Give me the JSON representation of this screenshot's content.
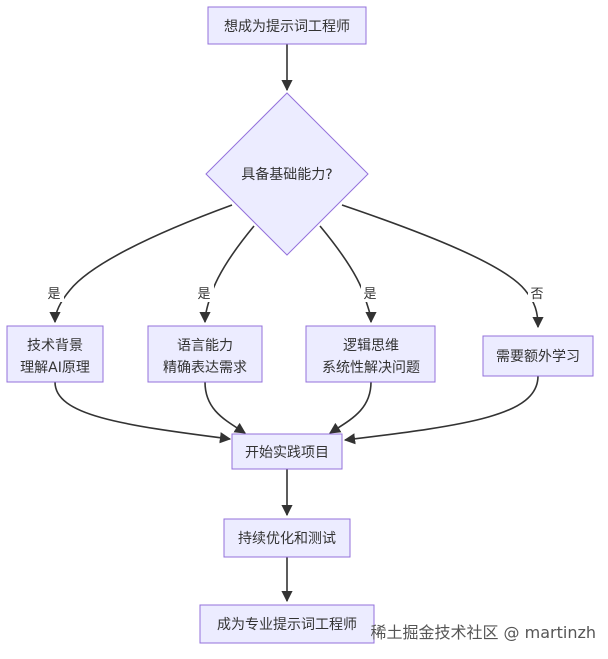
{
  "diagram": {
    "nodes": {
      "start": {
        "lines": [
          "想成为提示词工程师"
        ]
      },
      "decision": {
        "lines": [
          "具备基础能力?"
        ]
      },
      "tech": {
        "lines": [
          "技术背景",
          "理解AI原理"
        ]
      },
      "lang": {
        "lines": [
          "语言能力",
          "精确表达需求"
        ]
      },
      "logic": {
        "lines": [
          "逻辑思维",
          "系统性解决问题"
        ]
      },
      "extra": {
        "lines": [
          "需要额外学习"
        ]
      },
      "practice": {
        "lines": [
          "开始实践项目"
        ]
      },
      "optimize": {
        "lines": [
          "持续优化和测试"
        ]
      },
      "goal": {
        "lines": [
          "成为专业提示词工程师"
        ]
      }
    },
    "edge_labels": {
      "yes": "是",
      "no": "否"
    }
  },
  "watermark": "稀土掘金技术社区 @ martinzh",
  "colors": {
    "node_fill": "#ECECFF",
    "node_stroke": "#9370DB",
    "edge": "#333333",
    "text": "#333333"
  }
}
